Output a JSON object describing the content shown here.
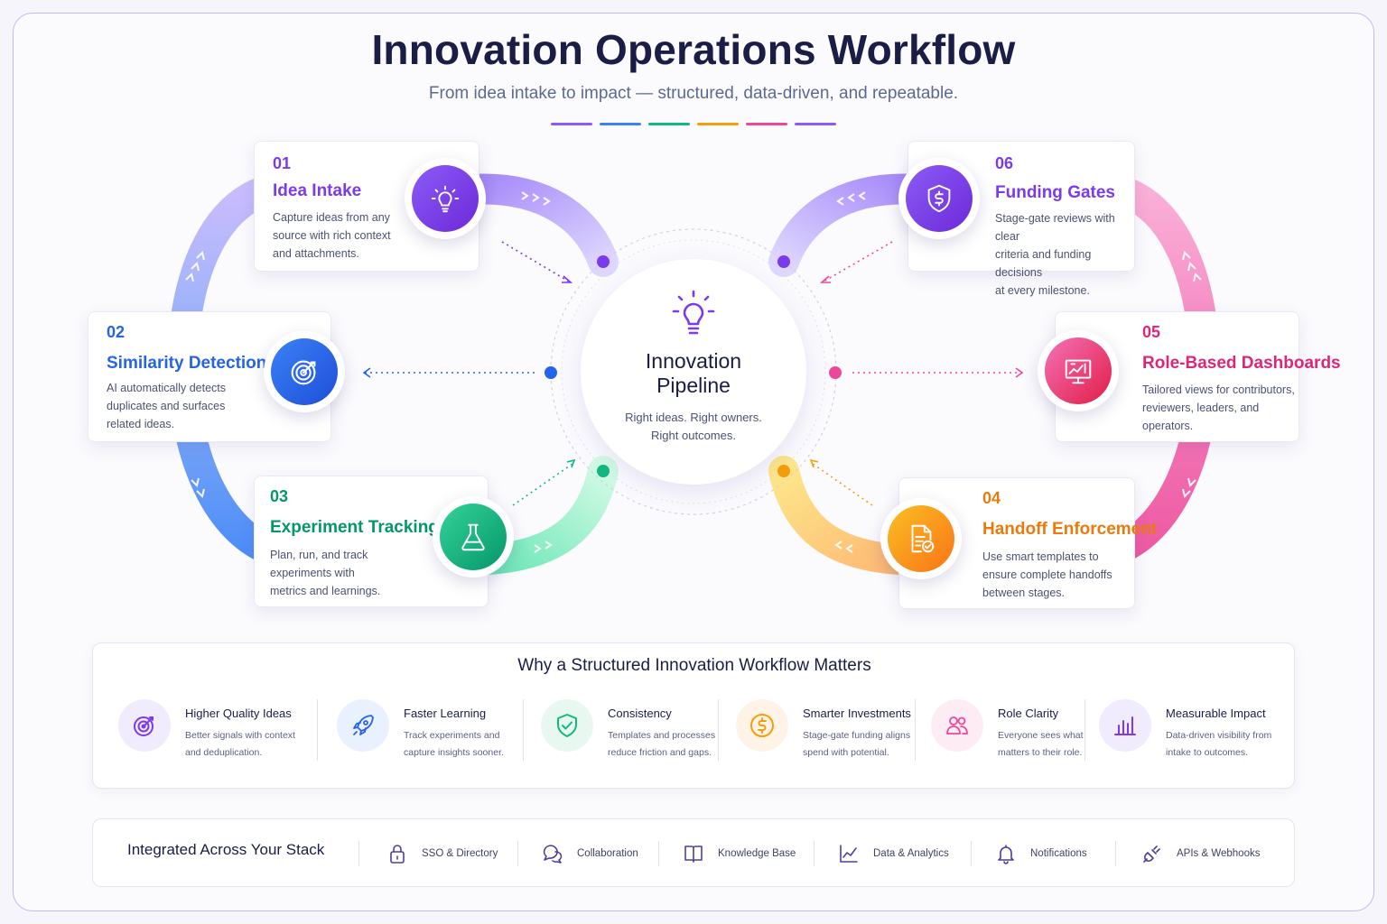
{
  "header": {
    "title": "Innovation Operations Workflow",
    "subtitle": "From idea intake to impact — structured, data-driven, and repeatable."
  },
  "colors": {
    "purple": "#7c3aed",
    "blue": "#2563eb",
    "green": "#10b981",
    "orange": "#f59e0b",
    "pink": "#ec4899",
    "violet": "#8b5cf6"
  },
  "center": {
    "icon": "lightbulb-icon",
    "title_line1": "Innovation",
    "title_line2": "Pipeline",
    "subtitle_line1": "Right ideas. Right owners.",
    "subtitle_line2": "Right outcomes."
  },
  "steps": [
    {
      "num": "01",
      "title": "Idea Intake",
      "desc": [
        "Capture ideas from any",
        "source with rich context",
        "and attachments."
      ],
      "icon": "lightbulb-icon"
    },
    {
      "num": "02",
      "title": "Similarity Detection",
      "desc": [
        "AI automatically detects",
        "duplicates and surfaces",
        "related ideas."
      ],
      "icon": "target-icon"
    },
    {
      "num": "03",
      "title": "Experiment Tracking",
      "desc": [
        "Plan, run, and track",
        "experiments with",
        "metrics and learnings."
      ],
      "icon": "flask-icon"
    },
    {
      "num": "04",
      "title": "Handoff Enforcement",
      "desc": [
        "Use smart templates to",
        "ensure complete handoffs",
        "between stages."
      ],
      "icon": "document-check-icon"
    },
    {
      "num": "05",
      "title": "Role-Based Dashboards",
      "desc": [
        "Tailored views for contributors,",
        "reviewers, leaders, and",
        "operators."
      ],
      "icon": "dashboard-icon"
    },
    {
      "num": "06",
      "title": "Funding Gates",
      "desc": [
        "Stage-gate reviews with clear",
        "criteria and funding decisions",
        "at every milestone."
      ],
      "icon": "shield-dollar-icon"
    }
  ],
  "why": {
    "title": "Why a Structured Innovation Workflow Matters",
    "items": [
      {
        "title": "Higher Quality Ideas",
        "desc": [
          "Better signals with context",
          "and deduplication."
        ],
        "icon": "target-icon"
      },
      {
        "title": "Faster Learning",
        "desc": [
          "Track experiments and",
          "capture insights sooner."
        ],
        "icon": "rocket-icon"
      },
      {
        "title": "Consistency",
        "desc": [
          "Templates and processes",
          "reduce friction and gaps."
        ],
        "icon": "shield-check-icon"
      },
      {
        "title": "Smarter Investments",
        "desc": [
          "Stage-gate funding aligns",
          "spend with potential."
        ],
        "icon": "dollar-icon"
      },
      {
        "title": "Role Clarity",
        "desc": [
          "Everyone sees what",
          "matters to their role."
        ],
        "icon": "users-icon"
      },
      {
        "title": "Measurable Impact",
        "desc": [
          "Data-driven visibility from",
          "intake to outcomes."
        ],
        "icon": "bar-chart-icon"
      }
    ]
  },
  "stack": {
    "title": "Integrated Across Your Stack",
    "items": [
      {
        "label": "SSO  & Directory",
        "icon": "lock-icon"
      },
      {
        "label": "Collaboration",
        "icon": "chat-icon"
      },
      {
        "label": "Knowledge Base",
        "icon": "book-icon"
      },
      {
        "label": "Data & Analytics",
        "icon": "line-chart-icon"
      },
      {
        "label": "Notifications",
        "icon": "bell-icon"
      },
      {
        "label": "APIs & Webhooks",
        "icon": "plug-icon"
      }
    ]
  }
}
